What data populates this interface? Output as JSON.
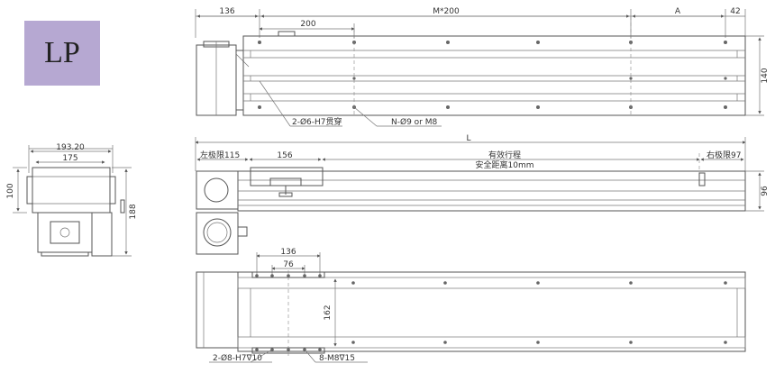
{
  "colors": {
    "badge_bg": "#b6a8d2",
    "line": "#555555"
  },
  "badge": {
    "label": "LP"
  },
  "top_view": {
    "dim_136": "136",
    "dim_m200": "M*200",
    "dim_a": "A",
    "dim_42": "42",
    "dim_200": "200",
    "dim_140": "140",
    "callout_holes_h7": "2-Ø6-H7贯穿",
    "callout_holes_m8": "N-Ø9 or M8"
  },
  "side_view": {
    "dim_l": "L",
    "left_limit": "左极限115",
    "dim_156": "156",
    "stroke_label": "有效行程",
    "safety_label": "安全距离10mm",
    "right_limit": "右极限97",
    "dim_96": "96"
  },
  "end_view": {
    "dim_193": "193.20",
    "dim_175": "175",
    "dim_100": "100",
    "dim_188": "188"
  },
  "bottom_view": {
    "dim_136": "136",
    "dim_76": "76",
    "dim_162": "162",
    "callout_h7": "2-Ø8-H7∇10",
    "callout_m8": "8-M8∇15"
  }
}
